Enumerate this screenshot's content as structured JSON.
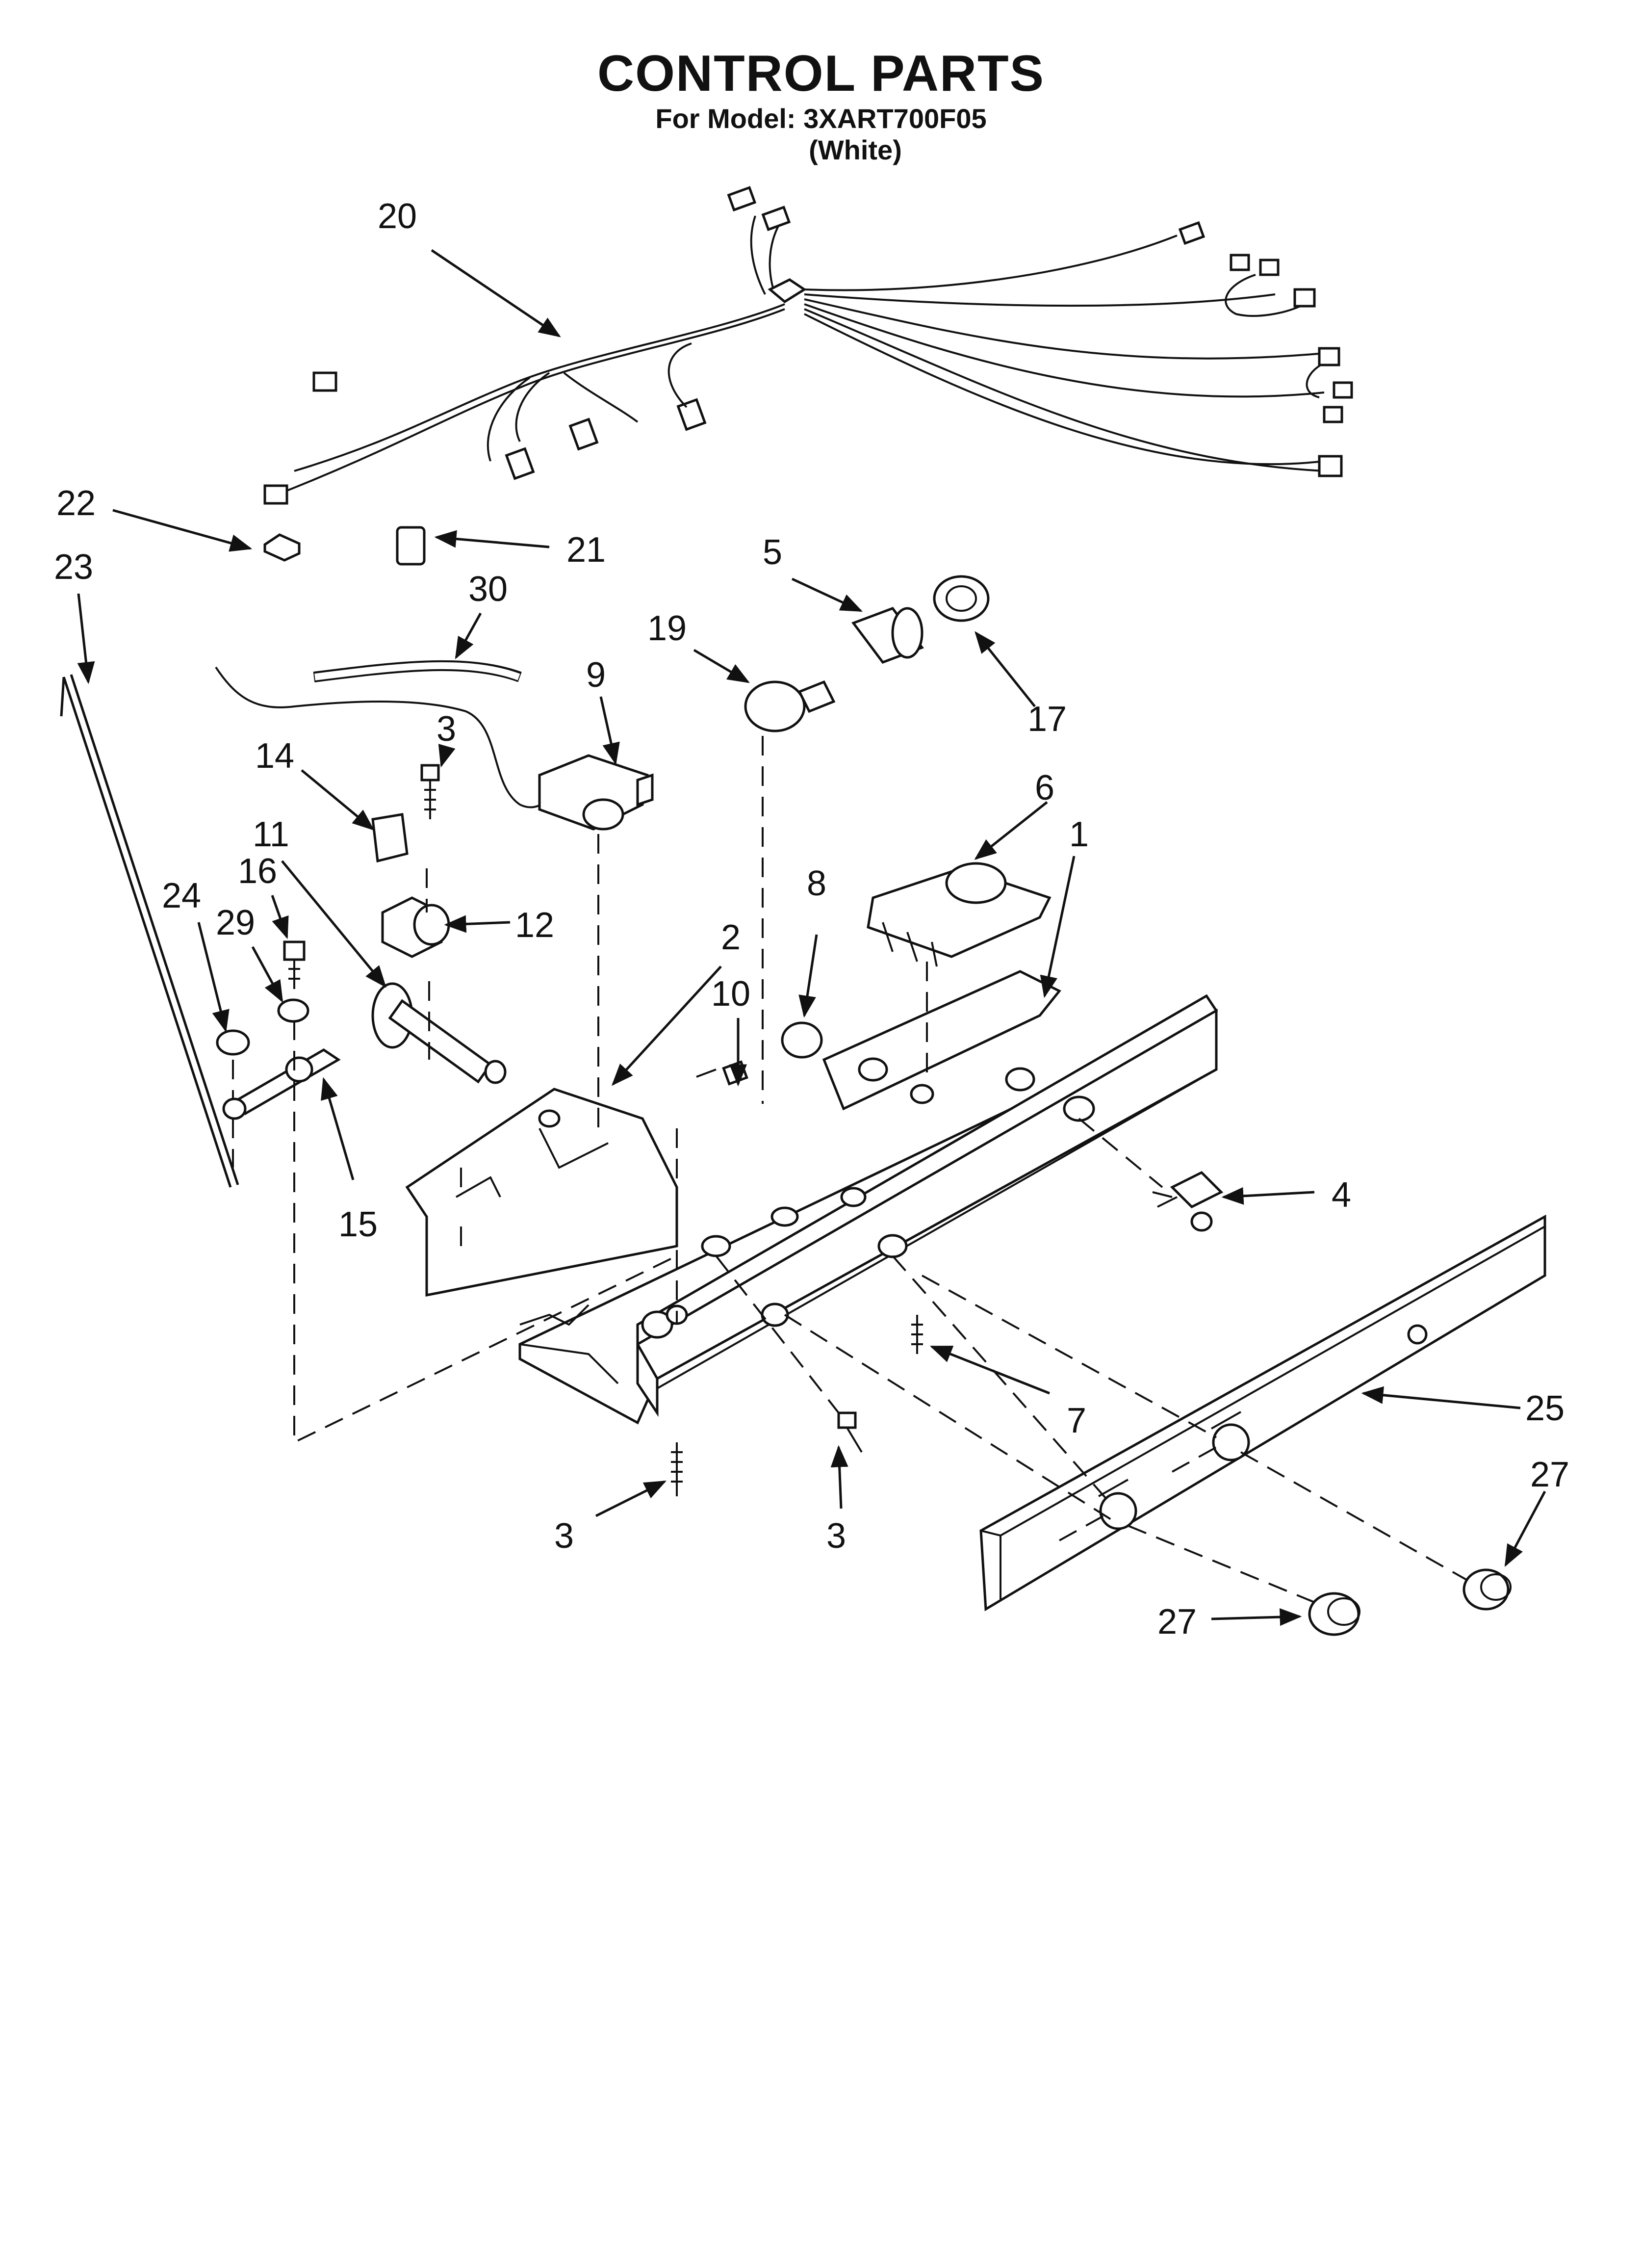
{
  "header": {
    "title": "CONTROL PARTS",
    "model_line": "For Model: 3XART700F05",
    "color_line": "(White)"
  },
  "callouts": {
    "c1": "1",
    "c2": "2",
    "c3a": "3",
    "c3b": "3",
    "c3c": "3",
    "c4": "4",
    "c5": "5",
    "c6": "6",
    "c7": "7",
    "c8": "8",
    "c9": "9",
    "c10": "10",
    "c11": "11",
    "c12": "12",
    "c14": "14",
    "c15": "15",
    "c16": "16",
    "c17": "17",
    "c19": "19",
    "c20": "20",
    "c21": "21",
    "c22": "22",
    "c23": "23",
    "c24": "24",
    "c25": "25",
    "c27a": "27",
    "c27b": "27",
    "c29": "29",
    "c30": "30"
  }
}
